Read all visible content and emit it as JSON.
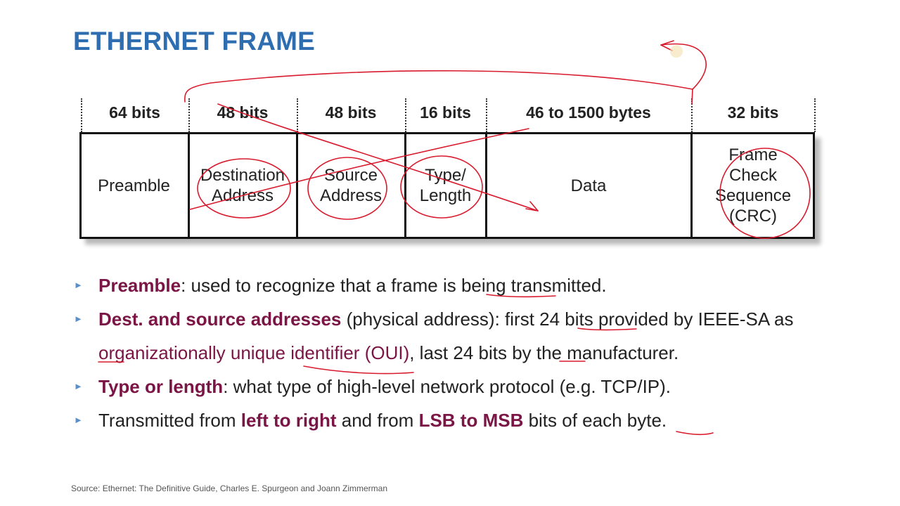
{
  "title": "ETHERNET FRAME",
  "frame": {
    "sizes": [
      "64 bits",
      "48 bits",
      "48 bits",
      "16 bits",
      "46 to 1500 bytes",
      "32 bits"
    ],
    "fields": [
      "Preamble",
      "Destination\nAddress",
      "Source\nAddress",
      "Type/\nLength",
      "Data",
      "Frame\nCheck\nSequence\n(CRC)"
    ]
  },
  "bullets": [
    {
      "bold": "Preamble",
      "text": ": used to recognize that a frame is being transmitted."
    },
    {
      "bold": "Dest. and source addresses",
      "text1": " (physical address): first 24 bits provided by IEEE-SA as ",
      "highlight": "organizationally unique identifier (OUI)",
      "text2": ", last 24 bits by the manufacturer."
    },
    {
      "bold": "Type or length",
      "text": ": what type of high-level network protocol (e.g. TCP/IP)."
    },
    {
      "text1": "Transmitted from ",
      "bold1": "left to right",
      "text2": " and from ",
      "bold2": "LSB to MSB",
      "text3": " bits of each byte."
    }
  ],
  "source": "Source: Ethernet: The Definitive Guide, Charles E. Spurgeon and Joann Zimmerman",
  "colors": {
    "title": "#2e6db0",
    "emphasis": "#7a1545",
    "annotation": "#d81b2e",
    "bullet_marker": "#5a8fc8"
  }
}
